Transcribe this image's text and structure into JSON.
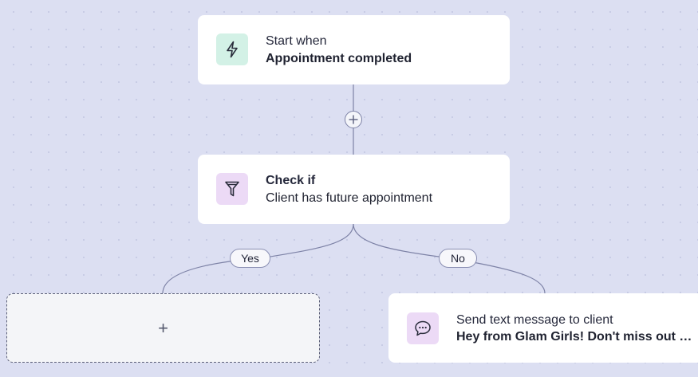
{
  "trigger": {
    "label": "Start when",
    "value": "Appointment completed",
    "icon": "lightning-icon"
  },
  "condition": {
    "label": "Check if",
    "value": "Client has future appointment",
    "icon": "funnel-icon"
  },
  "branches": {
    "yes_label": "Yes",
    "no_label": "No"
  },
  "action": {
    "label": "Send text message to client",
    "value": "Hey from Glam Girls! Don't miss out on o...",
    "icon": "chat-bubble-icon"
  },
  "empty_slot": {
    "symbol": "+"
  },
  "colors": {
    "canvas": "#dcdff2",
    "trigger_icon_bg": "#d3f1e6",
    "condition_icon_bg": "#ecdaf6",
    "connector": "#7d82a6"
  }
}
